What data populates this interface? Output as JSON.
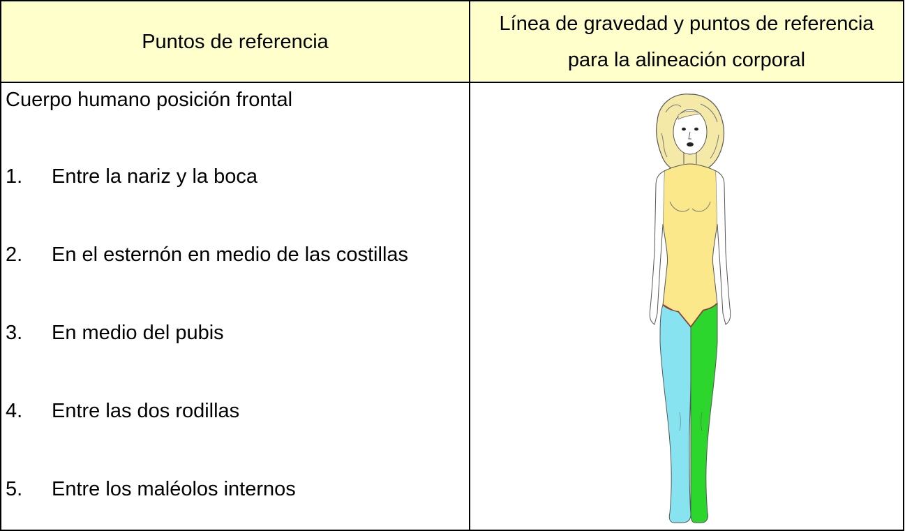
{
  "table": {
    "header_left": "Puntos de referencia",
    "header_right_line1": "Línea de gravedad y puntos de referencia",
    "header_right_line2": "para la alineación corporal"
  },
  "section_title": "Cuerpo humano posición frontal",
  "points": [
    {
      "num": "1.",
      "text": "Entre la nariz y la boca"
    },
    {
      "num": "2.",
      "text": "En el esternón en medio de las costillas"
    },
    {
      "num": "3.",
      "text": "En medio del pubis"
    },
    {
      "num": "4.",
      "text": "Entre las dos rodillas"
    },
    {
      "num": "5.",
      "text": "Entre los maléolos internos"
    }
  ],
  "figure": {
    "icon": "human-body-frontal-illustration",
    "colors": {
      "hair": "#f5e9a8",
      "torso": "#fbe88a",
      "left_leg": "#88e3f0",
      "right_leg": "#2dd62d",
      "pelvis_line": "#cc2222",
      "outline": "#555555"
    }
  }
}
